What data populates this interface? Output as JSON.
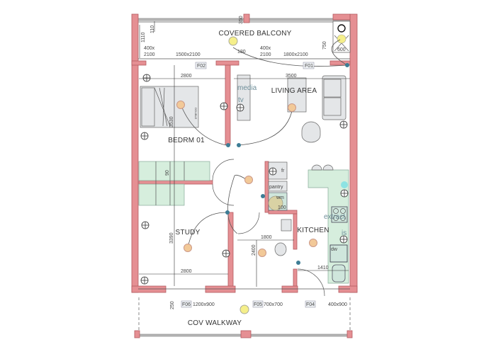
{
  "title": "Apartment floor plan",
  "rooms": {
    "balcony": "COVERED BALCONY",
    "living": "LIVING AREA",
    "bedroom": "BEDRM 01",
    "study": "STUDY",
    "kitchen": "KITCHEN",
    "walkway": "COV WALKWAY"
  },
  "fixtures": {
    "media": "media",
    "tv": "tv",
    "fridge": "fr",
    "pantry": "pantry",
    "washing_machine": "wm",
    "wm_dim": "100",
    "extract": "extract",
    "island_sink": "is",
    "dishwasher": "dw",
    "bed": "DOUBLE"
  },
  "openings": {
    "f01": {
      "tag": "F01",
      "size": "1800x2100"
    },
    "f02": {
      "tag": "F02",
      "size": "1500x2100"
    },
    "f04": {
      "tag": "F04",
      "size": "400x900"
    },
    "f05": {
      "tag": "F05",
      "size": "700x700"
    },
    "f06": {
      "tag": "F06",
      "size": "1200x900"
    },
    "door_left": {
      "line1": "400x",
      "line2": "2100"
    },
    "door_mid": {
      "line1": "400x",
      "line2": "2100"
    }
  },
  "dimensions": {
    "balcony_depth": "1110",
    "rail": "110",
    "post": "350",
    "gap_180": "180",
    "d750": "750",
    "d600": "600",
    "bedroom_width": "2800",
    "living_width": "3500",
    "bedroom_depth": "3530",
    "partition": "90",
    "study_depth": "3390",
    "study_width": "2800",
    "bath_width": "1800",
    "bath_depth": "2400",
    "kitchen_1410": "1410",
    "walkway_250": "250"
  },
  "colors": {
    "wall": "#e58f93",
    "light": "#f2c998",
    "light_balcony": "#f5ef8a",
    "switch": "#3d7d95",
    "counter": "#d6eedd"
  }
}
